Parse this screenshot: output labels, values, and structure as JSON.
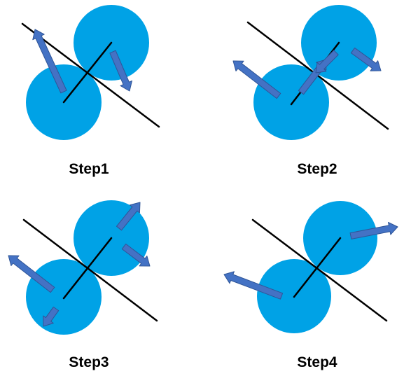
{
  "colors": {
    "ball": "#00a2e6",
    "arrow_fill": "#4472c4",
    "arrow_stroke": "#2f5597",
    "line": "#000000",
    "background": "#ffffff"
  },
  "panels": [
    {
      "label": "Step1"
    },
    {
      "label": "Step2"
    },
    {
      "label": "Step3"
    },
    {
      "label": "Step4"
    }
  ]
}
